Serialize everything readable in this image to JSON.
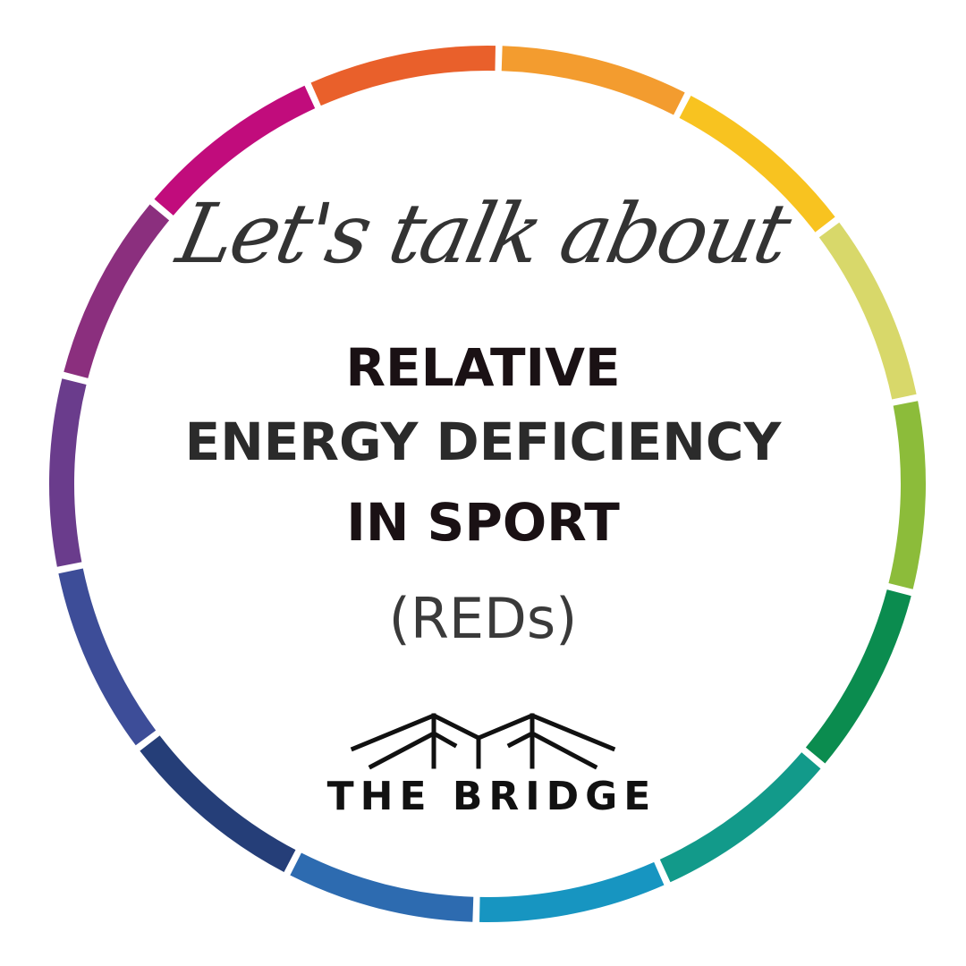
{
  "ring": {
    "segment_colors": [
      "#f39c2f",
      "#f8c320",
      "#d8d86a",
      "#8cbc3a",
      "#0b8c4f",
      "#129a8a",
      "#1795c1",
      "#2d6bb0",
      "#253e78",
      "#3d4d98",
      "#6a3c8c",
      "#8b2f7e",
      "#c10c7c",
      "#e9602b"
    ]
  },
  "intro": {
    "script_text": "Let's talk about"
  },
  "headline": {
    "line1": "RELATIVE",
    "line2": "ENERGY DEFICIENCY",
    "line3": "IN SPORT"
  },
  "acronym": "(REDs)",
  "brand": {
    "name": "THE BRIDGE"
  }
}
